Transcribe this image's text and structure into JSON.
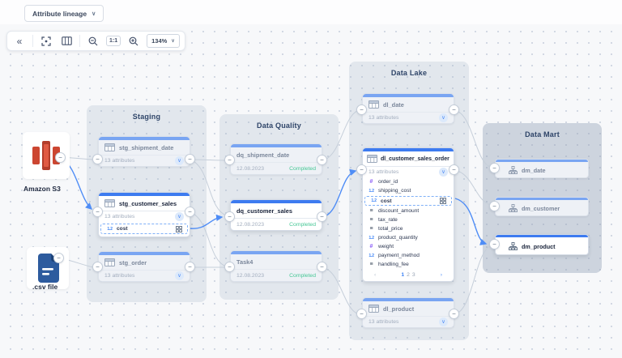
{
  "icons": {
    "minus": "−",
    "chevron_down": "∨",
    "collapse": "«"
  },
  "header": {
    "lineage_selector_label": "Attribute lineage"
  },
  "toolbar": {
    "zoom_reset": "1:1",
    "zoom_level": "134%"
  },
  "sources": [
    {
      "name": "Amazon S3"
    },
    {
      "name": ".csv file"
    }
  ],
  "groups": [
    {
      "title": "Staging",
      "nodes": [
        {
          "title": "stg_shipment_date",
          "meta": "13 attributes"
        },
        {
          "title": "stg_customer_sales",
          "meta": "13 attributes",
          "attributes": [
            {
              "name": "cost",
              "glyph": "1.2",
              "type": "number"
            }
          ]
        },
        {
          "title": "stg_order",
          "meta": "13 attributes"
        }
      ]
    },
    {
      "title": "Data Quality",
      "nodes": [
        {
          "title": "dq_shipment_date",
          "date": "12.08.2023",
          "status": "Completed"
        },
        {
          "title": "dq_customer_sales",
          "date": "12.08.2023",
          "status": "Completed"
        },
        {
          "title": "Task4",
          "date": "12.08.2023",
          "status": "Completed"
        }
      ]
    },
    {
      "title": "Data Lake",
      "nodes": [
        {
          "title": "dl_date",
          "meta": "13 attributes"
        },
        {
          "title": "dl_customer_sales_order",
          "meta": "13 attributes",
          "attributes": [
            {
              "name": "order_id",
              "glyph": "#",
              "type": "hash"
            },
            {
              "name": "shipping_cost",
              "glyph": "1.2",
              "type": "number"
            },
            {
              "name": "cost",
              "glyph": "1.2",
              "type": "number",
              "selected": true
            },
            {
              "name": "discount_amount",
              "glyph": "≡",
              "type": "list"
            },
            {
              "name": "tax_rate",
              "glyph": "≡",
              "type": "list"
            },
            {
              "name": "total_price",
              "glyph": "≡",
              "type": "list"
            },
            {
              "name": "product_quantity",
              "glyph": "1.2",
              "type": "number"
            },
            {
              "name": "weight",
              "glyph": "#",
              "type": "hash"
            },
            {
              "name": "payment_method",
              "glyph": "1.2",
              "type": "number"
            },
            {
              "name": "handling_fee",
              "glyph": "≡",
              "type": "list"
            }
          ],
          "pagination": {
            "prev": "‹",
            "page1": "1",
            "page2": "2",
            "page3": "3",
            "next": "›",
            "current": "1"
          }
        },
        {
          "title": "dl_product",
          "meta": "13 attributes"
        }
      ]
    },
    {
      "title": "Data Mart",
      "nodes": [
        {
          "title": "dm_date"
        },
        {
          "title": "dm_customer"
        },
        {
          "title": "dm_product"
        }
      ]
    }
  ],
  "colors": {
    "accent_blue": "#3d7bf0",
    "bar_blue": "#79a5f2",
    "status_green": "#46c795",
    "edge_gray": "#c6cfda",
    "edge_blue": "#4f8df6",
    "attr_hash_purple": "#8b5cf6",
    "attr_number_blue": "#3b82f6"
  }
}
